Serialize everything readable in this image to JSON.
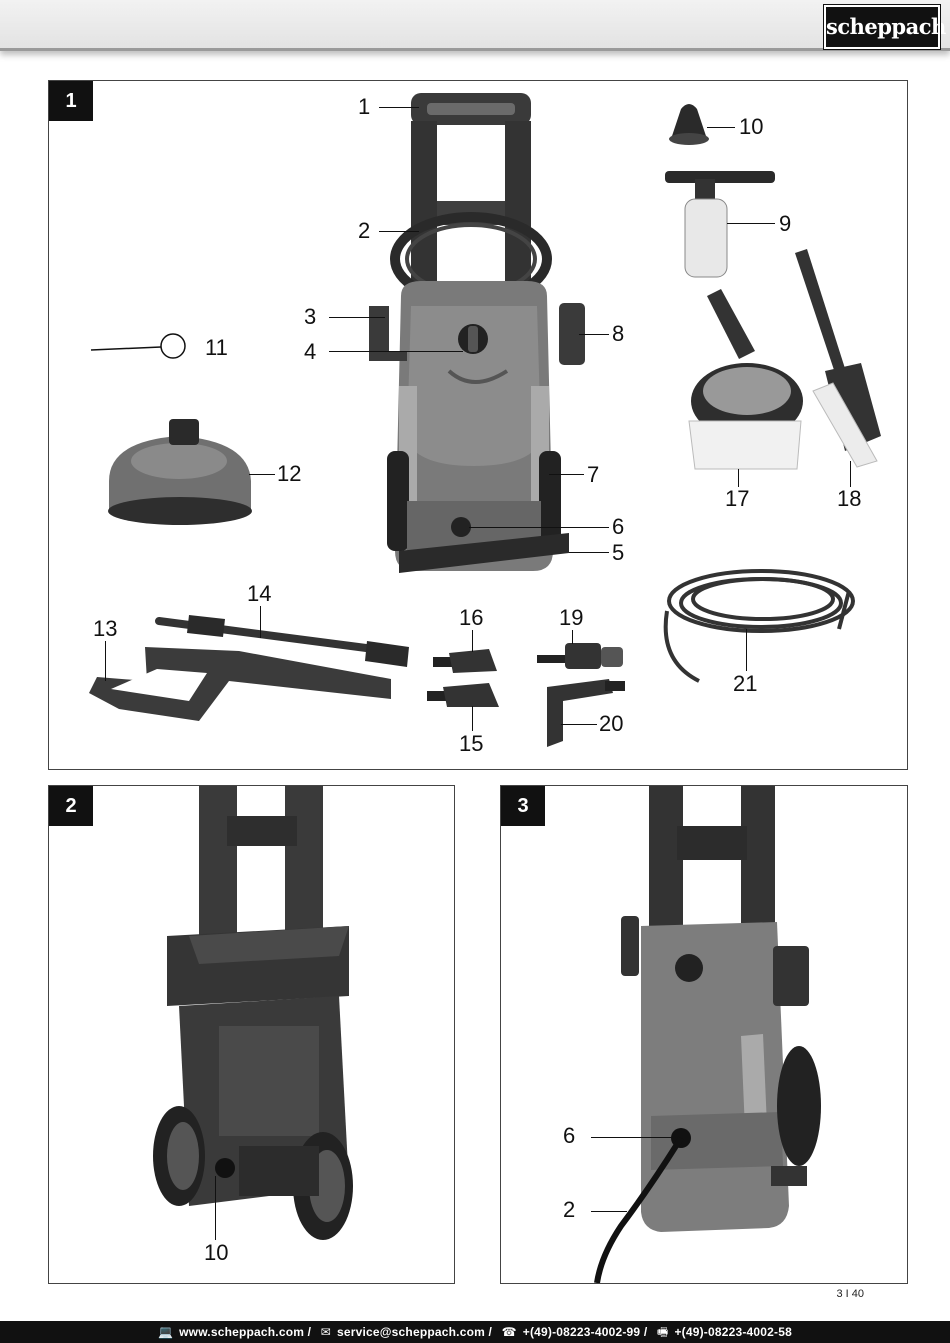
{
  "header": {
    "brand": "scheppach"
  },
  "figures": [
    {
      "number": "1"
    },
    {
      "number": "2"
    },
    {
      "number": "3"
    }
  ],
  "fig1_callouts": {
    "c1": "1",
    "c2": "2",
    "c3": "3",
    "c4": "4",
    "c5": "5",
    "c6": "6",
    "c7": "7",
    "c8": "8",
    "c9": "9",
    "c10": "10",
    "c11": "11",
    "c12": "12",
    "c13": "13",
    "c14": "14",
    "c15": "15",
    "c16": "16",
    "c17": "17",
    "c18": "18",
    "c19": "19",
    "c20": "20",
    "c21": "21"
  },
  "fig2_callouts": {
    "c10": "10"
  },
  "fig3_callouts": {
    "c6": "6",
    "c2": "2"
  },
  "page_number": "3 I 40",
  "footer": {
    "web_icon": "computer-icon",
    "web": "www.scheppach.com /",
    "mail_icon": "envelope-icon",
    "mail": "service@scheppach.com /",
    "phone_icon": "telephone-icon",
    "phone": "+(49)-08223-4002-99 /",
    "fax_icon": "fax-icon",
    "fax": "+(49)-08223-4002-58"
  }
}
